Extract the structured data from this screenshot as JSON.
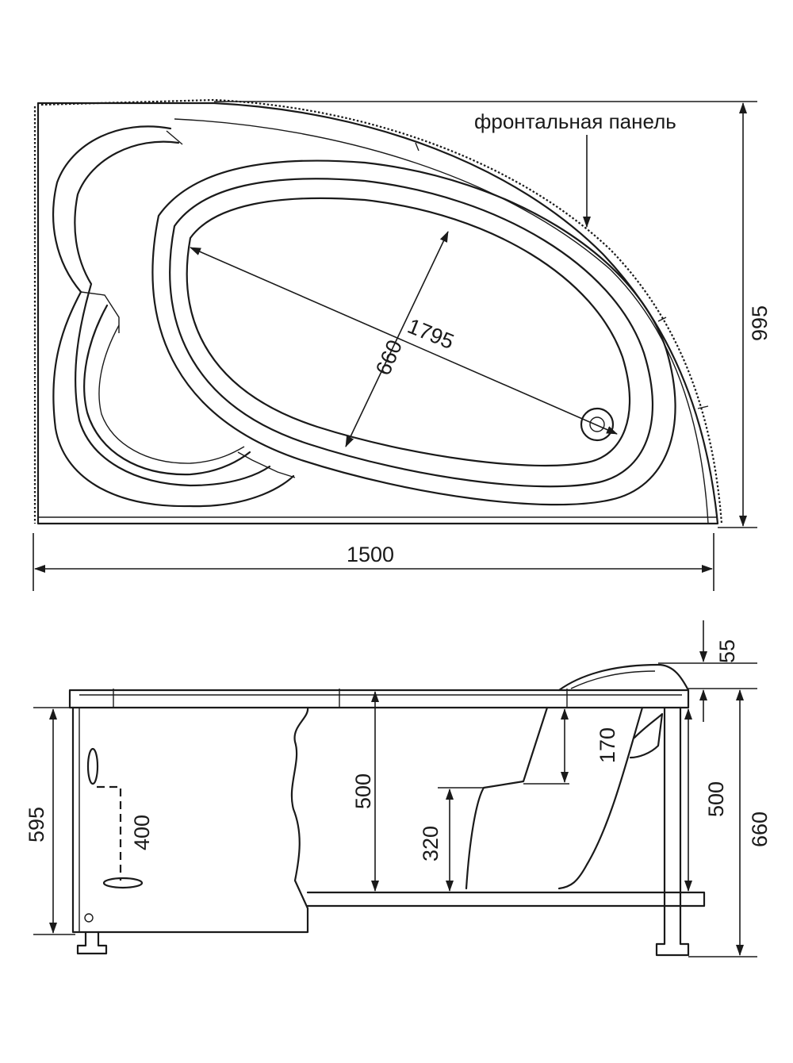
{
  "labels": {
    "front_panel": "фронтальная панель"
  },
  "dimensions": {
    "top_width": "1500",
    "top_depth": "995",
    "diagonal_long": "1795",
    "diagonal_short": "660",
    "side_rim": "55",
    "side_panel_height": "595",
    "side_inner_depth": "500",
    "side_leg_height": "500",
    "side_total_height": "660",
    "side_seat_step": "170",
    "side_seat_height": "320",
    "side_drain_height": "400"
  }
}
